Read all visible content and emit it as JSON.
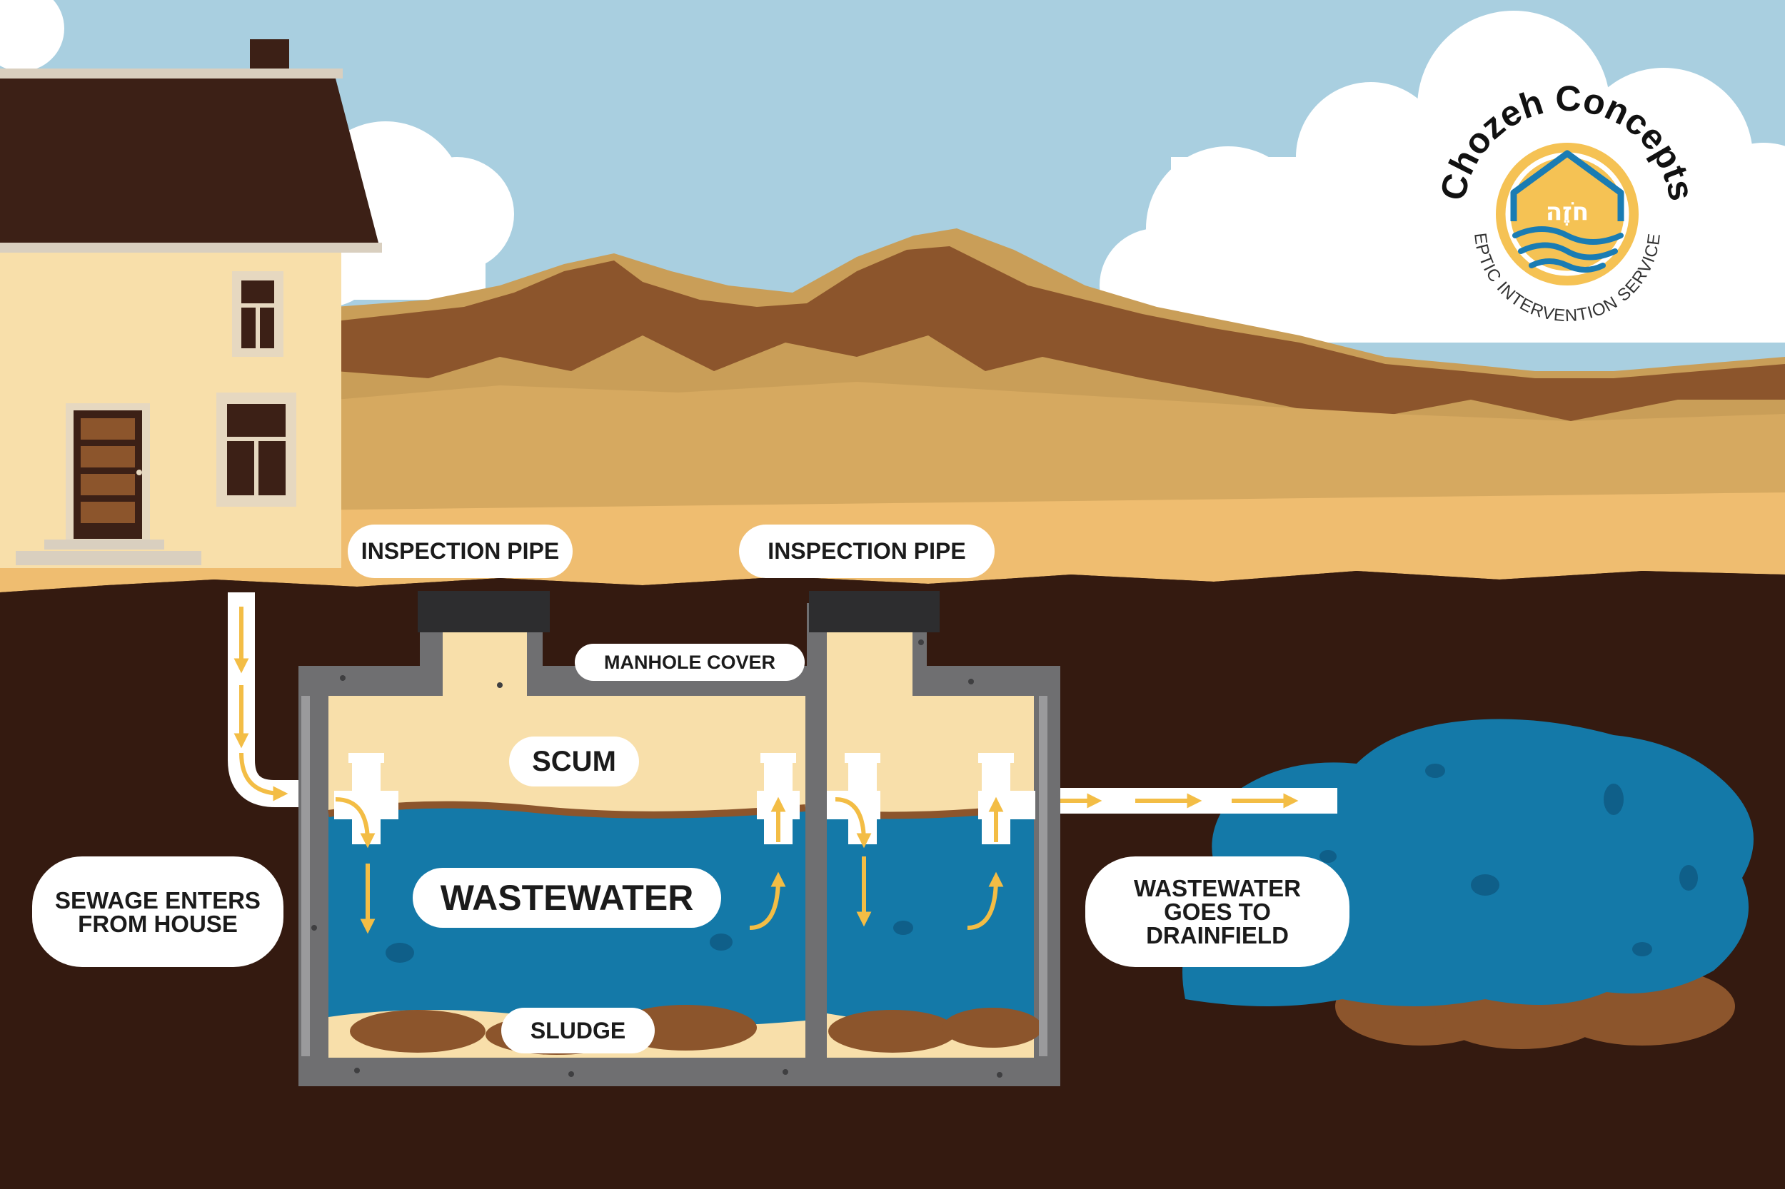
{
  "labels": {
    "inspection_pipe_left": "INSPECTION PIPE",
    "inspection_pipe_right": "INSPECTION PIPE",
    "manhole_cover": "MANHOLE COVER",
    "scum": "SCUM",
    "wastewater": "WASTEWATER",
    "sludge": "SLUDGE",
    "sewage_line1": "SEWAGE ENTERS",
    "sewage_line2": "FROM HOUSE",
    "drain_line1": "WASTEWATER",
    "drain_line2": "GOES TO",
    "drain_line3": "DRAINFIELD"
  },
  "logo": {
    "title": "Chozeh Concepts",
    "subtitle": "SEPTIC INTERVENTION SERVICES",
    "hebrew": "חֹזֶה"
  },
  "colors": {
    "sky": "#a9cfe0",
    "soil": "#341a10",
    "ground": "#efbd70",
    "scum": "#f8dfaa",
    "water": "#1479a8",
    "flow_arrow": "#f3bd45",
    "tank_wall": "#6f6f71",
    "house_wall": "#f8dfaa",
    "roof": "#3c2016",
    "logo_gold": "#f5c254"
  }
}
